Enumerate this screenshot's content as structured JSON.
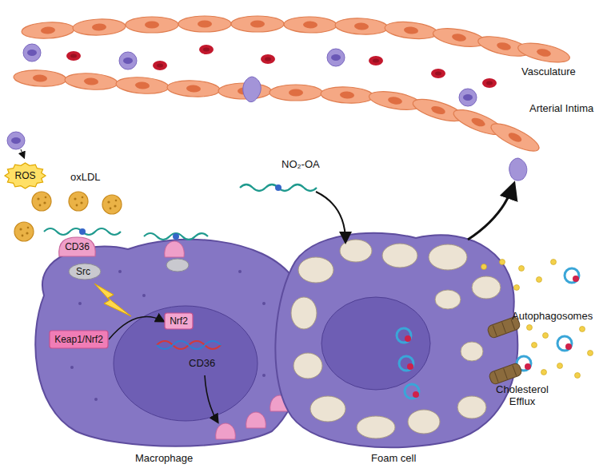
{
  "diagram": {
    "nodes": [
      {
        "text": [
          "ROS"
        ]
      },
      {
        "text": [
          "CD36"
        ]
      },
      {
        "text": [
          "Keap1/Nrf2"
        ]
      },
      {
        "text": [
          "Nrf2"
        ]
      }
    ],
    "edges": [
      {
        "from": 2,
        "to": 3,
        "arrow": "to"
      }
    ],
    "labels": [
      "oxLDL",
      "Src",
      "CD36",
      "Macrophage",
      "NO₂-OA",
      "Foam cell",
      "Vasculature",
      "Arterial Intima",
      "Cholesterol Efflux",
      "Autophagosomes"
    ]
  }
}
